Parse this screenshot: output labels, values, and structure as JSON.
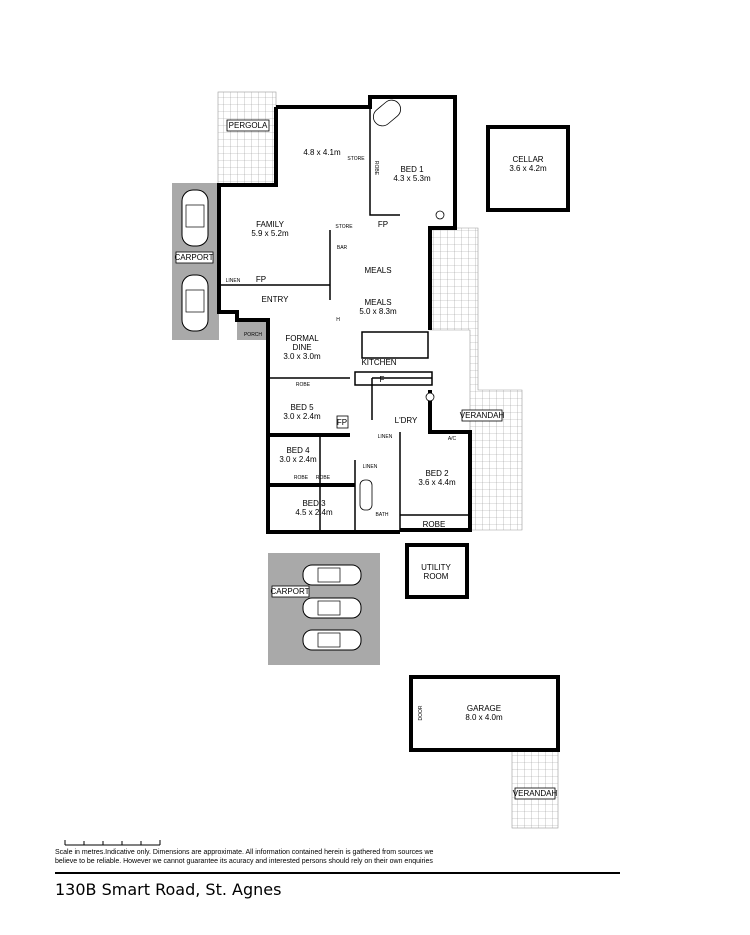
{
  "rooms": {
    "pergola": "PERGOLA",
    "upper_living": "4.8 x 4.1m",
    "store1": "STORE",
    "robe1": "ROBE",
    "bed1": "BED 1",
    "bed1_size": "4.3 x 5.3m",
    "cellar": "CELLAR",
    "cellar_size": "3.6 x 4.2m",
    "family": "FAMILY",
    "family_size": "5.9 x 5.2m",
    "store2": "STORE",
    "bar": "BAR",
    "fp1": "FP",
    "carport1": "CARPORT",
    "linen1": "LINEN",
    "fp2": "FP",
    "meals1": "MEALS",
    "entry": "ENTRY",
    "meals2": "MEALS",
    "meals_size": "5.0 x 8.3m",
    "porch": "PORCH",
    "h": "H",
    "formal_dine": "FORMAL",
    "formal_dine2": "DINE",
    "formal_size": "3.0 x 3.0m",
    "kitchen": "KITCHEN",
    "fridge": "F",
    "robe5": "ROBE",
    "bed5": "BED 5",
    "bed5_size": "3.0 x 2.4m",
    "fp3": "FP",
    "ldry": "L'DRY",
    "verandah1": "VERANDAH",
    "linen_small": "LINEN",
    "ac": "A/C",
    "bed4": "BED 4",
    "bed4_size": "3.0 x 2.4m",
    "linen2": "LINEN",
    "robe4": "ROBE",
    "robe3": "ROBE",
    "bed2": "BED 2",
    "bed2_size": "3.6 x 4.4m",
    "bed3": "BED 3",
    "bed3_size": "4.5 x 2.4m",
    "bath": "BATH",
    "robe2": "ROBE",
    "utility": "UTILITY",
    "utility2": "ROOM",
    "carport2": "CARPORT",
    "garage": "GARAGE",
    "garage_size": "8.0 x 4.0m",
    "door": "DOOR",
    "verandah2": "VERANDAH"
  },
  "footer": {
    "disclaimer_line1": "Scale in metres.Indicative only. Dimensions are approximate. All information contained herein is gathered from sources we",
    "disclaimer_line2": "believe to be reliable. However we cannot guarantee its acuracy and interested persons should rely on their own enquiries",
    "address": "130B Smart Road, St. Agnes"
  },
  "colors": {
    "wall": "#000000",
    "carport_fill": "#a9a9a9",
    "tile_fill": "#ffffff"
  }
}
